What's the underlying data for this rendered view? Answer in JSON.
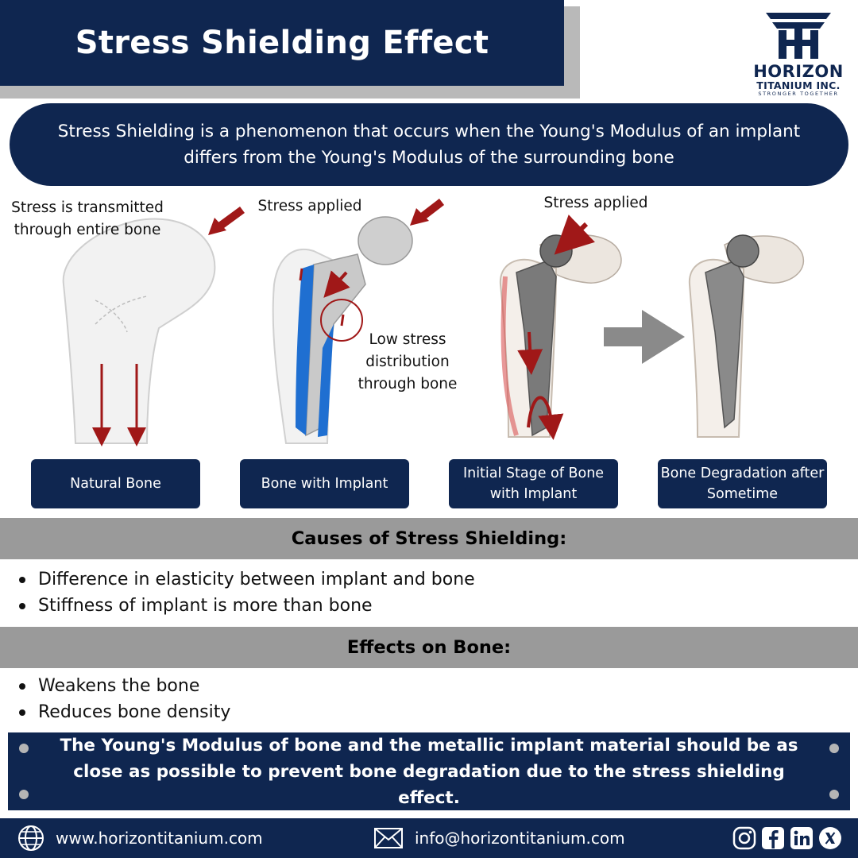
{
  "header": {
    "title": "Stress Shielding Effect"
  },
  "logo": {
    "name": "HORIZON",
    "sub": "TITANIUM INC.",
    "tagline": "STRONGER TOGETHER"
  },
  "intro": {
    "text": "Stress Shielding is a phenomenon that occurs when the Young's Modulus of an implant differs from the Young's Modulus of the surrounding bone"
  },
  "illustrations": {
    "natural_note_line1": "Stress is transmitted",
    "natural_note_line2": "through entire bone",
    "implant_stress": "Stress applied",
    "low_stress_line1": "Low stress",
    "low_stress_line2": "distribution",
    "low_stress_line3": "through bone",
    "initial_stress": "Stress applied"
  },
  "stages": [
    {
      "label": "Natural Bone"
    },
    {
      "label": "Bone with Implant"
    },
    {
      "label": "Initial Stage of Bone with Implant"
    },
    {
      "label": "Bone Degradation after Sometime"
    }
  ],
  "causes": {
    "heading": "Causes of Stress Shielding:",
    "items": [
      "Difference in elasticity between implant and bone",
      "Stiffness of implant is more than bone"
    ]
  },
  "effects": {
    "heading": "Effects on Bone:",
    "items": [
      "Weakens the bone",
      "Reduces bone density"
    ]
  },
  "note": {
    "text": "The Young's Modulus of bone and the metallic implant material should be as close as possible to prevent bone degradation due to the stress shielding effect."
  },
  "footer": {
    "website": "www.horizontitanium.com",
    "email": "info@horizontitanium.com",
    "social_icons": [
      "instagram-icon",
      "facebook-icon",
      "linkedin-icon",
      "x-icon"
    ]
  },
  "colors": {
    "navy": "#0f2650",
    "band_gray": "#9a9a9a",
    "stress_red": "#a01818",
    "implant_blue": "#1f6fd1"
  }
}
